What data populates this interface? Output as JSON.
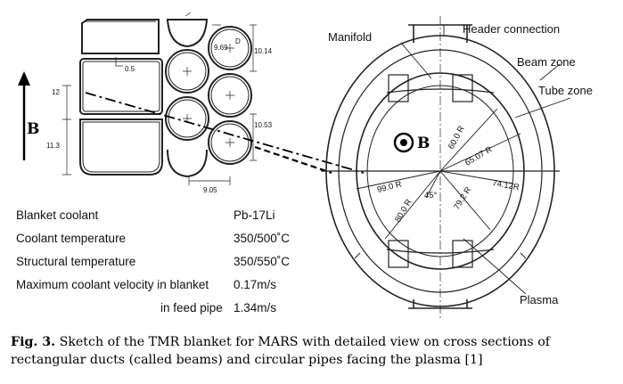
{
  "figure": {
    "field_label": "B",
    "cross_section_dims": [
      "0.5",
      "12",
      "11.3",
      "9.69",
      "D",
      "10.14",
      "10.53",
      "9.05"
    ],
    "torus_labels": {
      "manifold": "Manifold",
      "header_connection": "Header connection",
      "beam_zone": "Beam zone",
      "tube_zone": "Tube zone",
      "plasma": "Plasma",
      "field": "B"
    },
    "radii": [
      "60.0",
      "65.07",
      "74.12",
      "79.2",
      "80.0",
      "99.0"
    ],
    "radius_suffix": "R",
    "angle": "45°"
  },
  "table": {
    "rows": [
      {
        "label": "Blanket coolant",
        "value": "Pb-17Li"
      },
      {
        "label": "Coolant temperature",
        "value": "350/500˚C"
      },
      {
        "label": "Structural temperature",
        "value": "350/550˚C"
      },
      {
        "label": "Maximum coolant velocity in blanket",
        "value": "0.17m/s"
      },
      {
        "label": "in feed pipe",
        "value": "1.34m/s"
      }
    ]
  },
  "caption": {
    "label": "Fig. 3.",
    "text": "Sketch of the TMR blanket for MARS with detailed view on cross sections of rectangular ducts (called beams) and circular pipes facing the plasma [1]"
  }
}
